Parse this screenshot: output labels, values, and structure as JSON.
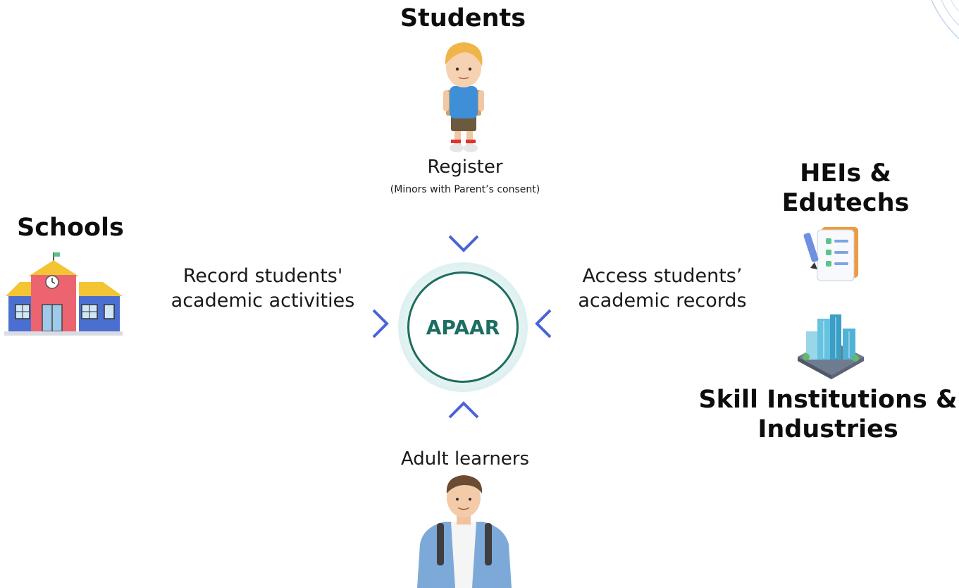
{
  "students": {
    "title": "Students",
    "action": "Register",
    "note": "(Minors with Parent’s consent)"
  },
  "schools": {
    "title": "Schools",
    "action_line1": "Record students'",
    "action_line2": "academic activities"
  },
  "heis": {
    "title_line1": "HEIs &",
    "title_line2": "Edutechs"
  },
  "skill": {
    "title_line1": "Skill Institutions &",
    "title_line2": "Industries"
  },
  "access": {
    "line1": "Access students’",
    "line2": "academic records"
  },
  "adult": {
    "label": "Adult learners"
  },
  "center": {
    "label": "APAAR"
  },
  "colors": {
    "center_text": "#1d6e61",
    "arrow": "#4a63d6",
    "arrow_light": "#9fb6ee"
  },
  "icons": {
    "students": "boy-student-icon",
    "schools": "school-building-icon",
    "heis": "checklist-document-icon",
    "skill": "city-buildings-icon",
    "adult": "adult-learner-icon"
  }
}
